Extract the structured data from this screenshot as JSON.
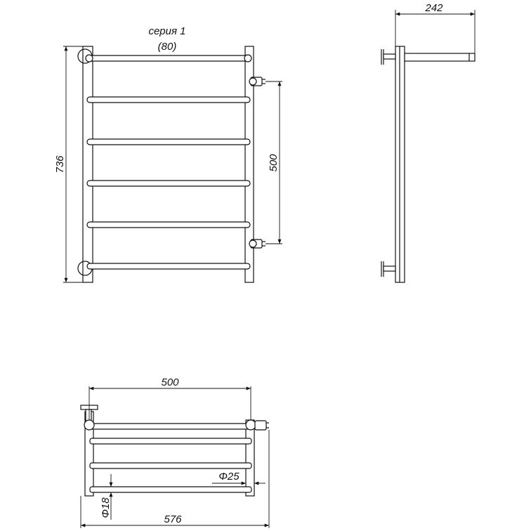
{
  "front_view": {
    "series_label": "серия 1",
    "series_code": "(80)",
    "height_dim": "736",
    "connection_dim": "500"
  },
  "side_view": {
    "depth_dim": "242"
  },
  "top_view": {
    "center_distance_dim": "500",
    "total_width_dim": "576",
    "pipe_diameter_dim": "Φ25",
    "rung_diameter_dim": "Φ18"
  }
}
